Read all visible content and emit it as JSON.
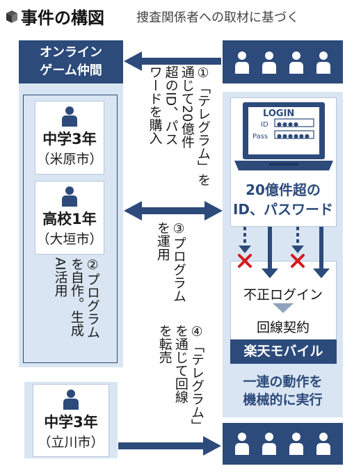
{
  "header": {
    "title": "事件の構図",
    "subtitle": "捜査関係者への取材に基づく"
  },
  "left_group": {
    "title_line1": "オンライン",
    "title_line2": "ゲーム仲間"
  },
  "persons": [
    {
      "grade": "中学3年",
      "city": "（米原市）"
    },
    {
      "grade": "高校1年",
      "city": "（大垣市）"
    },
    {
      "grade": "中学3年",
      "city": "（立川市）"
    }
  ],
  "note2": {
    "num": "②",
    "col1": "プログラム",
    "col2": "を自作。生成",
    "col3": "AI活用"
  },
  "steps": {
    "s1": {
      "num": "①",
      "col1": "「テレグラム」を",
      "col2": "通じて20億件",
      "col3": "超のID、パス",
      "col4": "ワードを購入"
    },
    "s3": {
      "num": "③",
      "col1": "プログラム",
      "col2": "を運用"
    },
    "s4": {
      "num": "④",
      "col1": "「テレグラム」",
      "col2": "を通じて回線",
      "col3": "を転売"
    }
  },
  "laptop": {
    "login": "LOGIN",
    "id_label": "ID",
    "pass_label": "Pass",
    "id_mask": "●●●●",
    "pass_mask": "●●●●●●"
  },
  "creds": {
    "line1": "20億件超の",
    "line2": "ID、パスワード"
  },
  "flow": {
    "illegal_login": "不正ログイン",
    "contract": "回線契約"
  },
  "company": "楽天モバイル",
  "auto": {
    "line1": "一連の動作を",
    "line2": "機械的に実行"
  },
  "colors": {
    "navy": "#2c4a7a",
    "light_blue": "#d9e5f2",
    "red": "#d7191c",
    "arrow_gray": "#8fa2bd"
  }
}
